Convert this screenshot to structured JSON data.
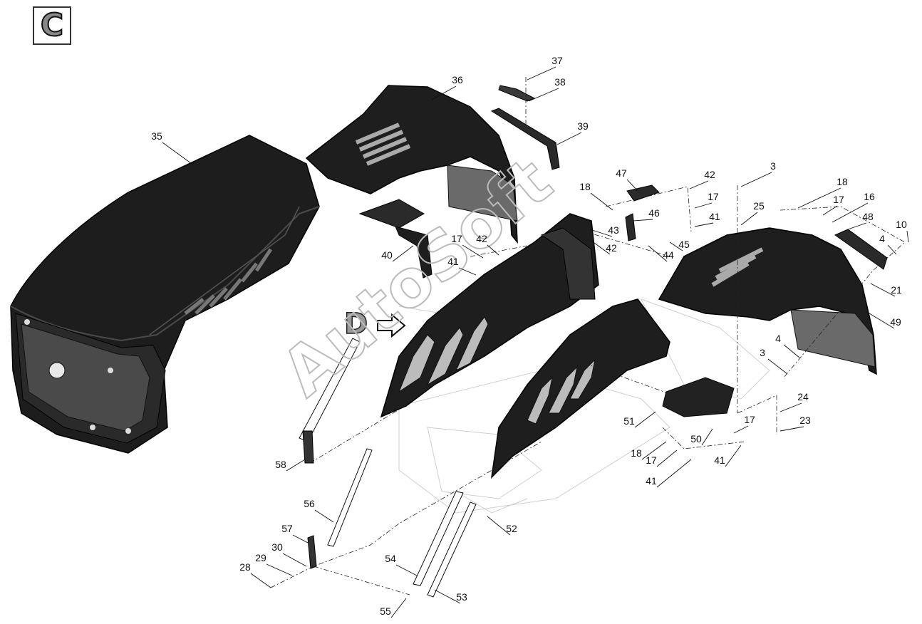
{
  "section_label": "C",
  "view_label": "D",
  "watermark": "AutoSoft",
  "colors": {
    "part_fill": "#1e1e1e",
    "part_mid": "#3a3a3a",
    "part_light": "#8a8a8a",
    "line": "#111111"
  },
  "callouts": [
    "35",
    "36",
    "37",
    "38",
    "39",
    "40",
    "17",
    "42",
    "41",
    "47",
    "42",
    "18",
    "46",
    "43",
    "42",
    "17",
    "41",
    "45",
    "44",
    "3",
    "25",
    "18",
    "17",
    "16",
    "48",
    "10",
    "4",
    "21",
    "49",
    "4",
    "3",
    "24",
    "23",
    "17",
    "51",
    "50",
    "18",
    "17",
    "41",
    "41",
    "58",
    "56",
    "57",
    "52",
    "30",
    "29",
    "28",
    "54",
    "53",
    "55"
  ]
}
